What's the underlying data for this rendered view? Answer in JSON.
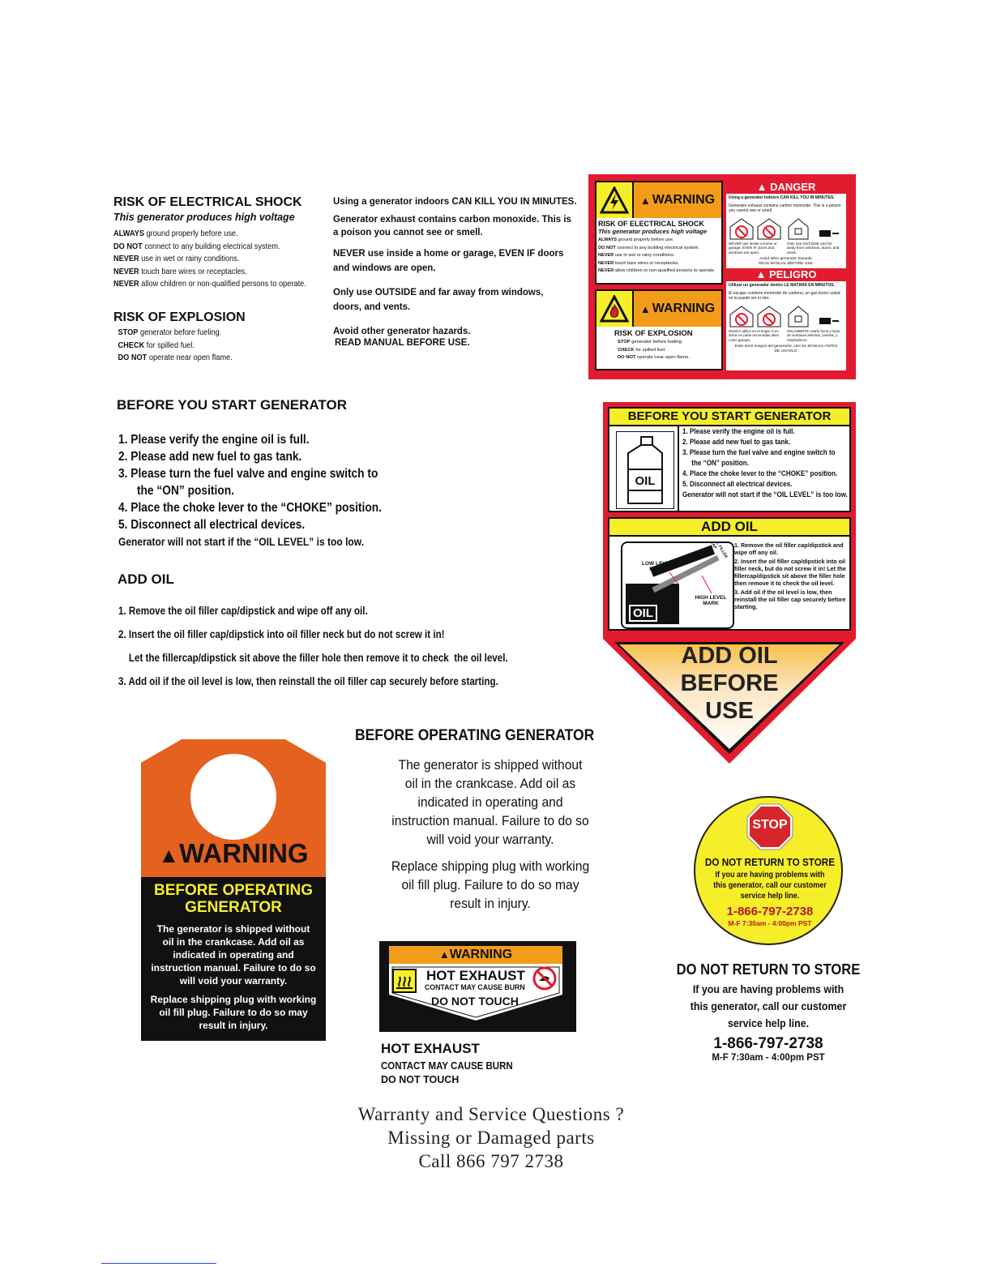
{
  "elec": {
    "title": "RISK OF ELECTRICAL SHOCK",
    "subtitle": "This generator produces high voltage",
    "rules": [
      {
        "kw": "ALWAYS",
        "rest": " ground properly before use."
      },
      {
        "kw": "DO NOT",
        "rest": " connect to any building electrical system."
      },
      {
        "kw": "NEVER",
        "rest": " use in wet or rainy conditions."
      },
      {
        "kw": "NEVER",
        "rest": " touch bare wires or receptacles."
      },
      {
        "kw": "NEVER",
        "rest": " allow children or non-qualified persons to operate."
      }
    ]
  },
  "explosion": {
    "title": "RISK OF EXPLOSION",
    "rules": [
      {
        "kw": "STOP",
        "rest": " generator before fueling."
      },
      {
        "kw": "CHECK",
        "rest": " for spilled fuel."
      },
      {
        "kw": "DO NOT",
        "rest": " operate near open flame."
      }
    ]
  },
  "indoor": {
    "p1": "Using a generator indoors CAN KILL YOU IN MINUTES.",
    "p2a": "Generator exhaust contains carbon monoxide. This is",
    "p2b": "a poison you cannot see or smell.",
    "p3a": "NEVER use inside a home or garage, EVEN IF doors",
    "p3b": "and windows are open.",
    "p4a": "Only use OUTSIDE and  far away from windows,",
    "p4b": "doors, and vents.",
    "p5a": "Avoid other generator hazards.",
    "p5b": "READ MANUAL BEFORE USE."
  },
  "decal_warning": {
    "warning_label": "WARNING",
    "danger_label": "DANGER",
    "peligro_label": "PELIGRO",
    "es_1": "Utilizar un generador dentro LE MATARA EN MINUTOS.",
    "es_2": "El escape contiene monóxido de carbono, un gas tóxico usted no lo puede ver ni oler.",
    "es_3": "NUNCA utilice en el hogar ni en áreas en parte encerradas tales como garajes.",
    "es_4": "SOLAMENTE usarlo fuera y lejos de ventanas abiertas, puertas, y respiraderos.",
    "es_5": "Evite otros riesgos del generador, LEA EL MANUAL ANTES DE USARLO."
  },
  "start": {
    "title": "BEFORE YOU START GENERATOR",
    "items": [
      "1.  Please verify the engine oil is full.",
      "2.  Please add new fuel to gas tank.",
      "3.  Please turn the fuel valve and engine switch to",
      "      the “ON” position.",
      "4.  Place the choke lever to the “CHOKE” position.",
      "5.  Disconnect all electrical devices.",
      "Generator will not start if the “OIL LEVEL” is too low."
    ]
  },
  "addoil": {
    "title": "ADD OIL",
    "items": [
      "1. Remove the oil filler cap/dipstick and  wipe off any oil.",
      "2. Insert the oil filler cap/dipstick into  oil filler neck  but do not screw it in!",
      "    Let the fillercap/dipstick sit above the filler hole then remove it to check  the oil level.",
      "3. Add oil if the oil level is low, then  reinstall the oil filler cap securely  before starting."
    ]
  },
  "decal_start": {
    "title": "BEFORE YOU START GENERATOR",
    "items": [
      "1.  Please verify the engine oil is full.",
      "2.  Please add new fuel to gas tank.",
      "3.  Please turn the fuel valve and engine switch to",
      "     the “ON” position.",
      "4.  Place the choke lever to the “CHOKE” position.",
      "5.  Disconnect all electrical devices.",
      "Generator will not start if the “OIL LEVEL” is too low."
    ],
    "oil": "OIL",
    "addoil_title": "ADD OIL",
    "low_mark": "LOW LEVEL MARK",
    "high_mark": "HIGH LEVEL MARK",
    "filler_cap": "OIL FILLER CAP",
    "oil_items": [
      "1. Remove the oil filler cap/dipstick and wipe off any oil.",
      "2. Insert the oil filler cap/dipstick into oil filler neck, but do not screw it in! Let the fillercap/dipstick sit above the filler hole then remove it to check the oil level.",
      "3. Add oil if the oil level is low, then reinstall the oil filler cap securely before starting."
    ],
    "arrow_lines": [
      "ADD OIL",
      "BEFORE",
      "USE"
    ]
  },
  "tag": {
    "warning": "WARNING",
    "title_a": "BEFORE OPERATING",
    "title_b": "GENERATOR",
    "body": [
      "The generator is shipped without",
      "oil in the crankcase.  Add oil as",
      "indicated in operating and",
      "instruction manual.  Failure to do so",
      "will void your warranty."
    ],
    "body2": [
      "Replace shipping plug with working",
      "oil fill plug.  Failure to do so may",
      "result in injury."
    ]
  },
  "operating": {
    "title": "BEFORE OPERATING  GENERATOR",
    "p1": [
      "The generator is shipped without",
      "oil in the crankcase.  Add oil as",
      "indicated in operating and",
      "instruction manual.  Failure to do so",
      "will void your warranty."
    ],
    "p2": [
      "Replace shipping plug with working",
      "oil fill plug.  Failure to do so may",
      "result in injury."
    ]
  },
  "hot": {
    "warning": "WARNING",
    "title": "HOT EXHAUST",
    "sub": "CONTACT MAY CAUSE BURN",
    "touch": "DO NOT TOUCH"
  },
  "store": {
    "stop": "STOP",
    "title": "DO NOT RETURN TO STORE",
    "body": [
      "If you are having problems with",
      "this generator, call our customer",
      "service help line."
    ],
    "phone": "1-866-797-2738",
    "hours": "M-F 7:30am - 4:00pm PST"
  },
  "footer": {
    "l1": "Warranty and Service Questions ?",
    "l2": "Missing or Damaged parts",
    "l3": "Call 866 797 2738"
  },
  "colors": {
    "red": "#e21b2e",
    "orange": "#f39c1a",
    "yellow": "#f6ee2a",
    "tag_orange": "#e4611f"
  }
}
